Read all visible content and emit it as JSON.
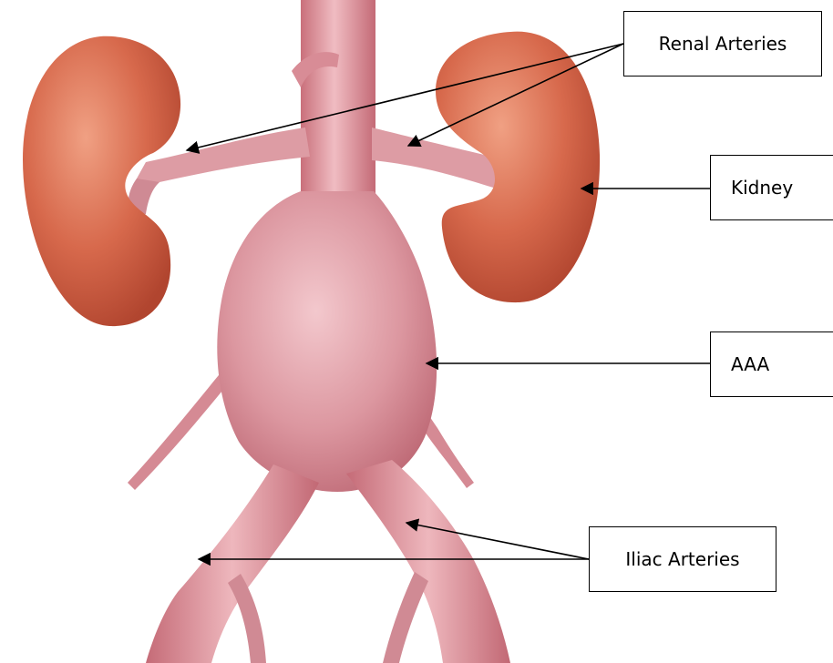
{
  "labels": {
    "renal_arteries": "Renal Arteries",
    "kidney": "Kidney",
    "aaa": "AAA",
    "iliac_arteries": "Iliac Arteries"
  },
  "colors": {
    "kidney": "#c8533a",
    "aorta": "#d98e96",
    "arrow": "#000000"
  }
}
